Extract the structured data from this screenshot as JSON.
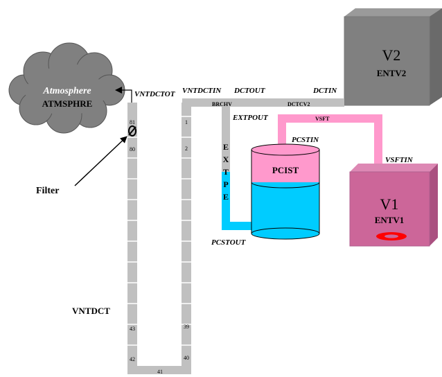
{
  "atmosphere": {
    "name": "Atmosphere",
    "code": "ATMSPHRE"
  },
  "vessels": {
    "v2": {
      "name": "V2",
      "code": "ENTV2"
    },
    "v1": {
      "name": "V1",
      "code": "ENTV1"
    },
    "pcist": {
      "code": "PCIST"
    }
  },
  "pipes": {
    "vntdctot": "VNTDCTOT",
    "vntdctin": "VNTDCTIN",
    "dctout": "DCTOUT",
    "dctin": "DCTIN",
    "brchv": "BRCHV",
    "dctcv2": "DCTCV2",
    "extpout": "EXTPOUT",
    "vsft": "VSFT",
    "pcstin": "PCSTIN",
    "vsftin": "VSFTIN",
    "pcstout": "PCSTOUT",
    "vntdct": "VNTDCT",
    "extpe": [
      "E",
      "X",
      "T",
      "P",
      "E"
    ]
  },
  "filter_label": "Filter",
  "nodes": {
    "n81": "81",
    "n80": "80",
    "n1": "1",
    "n2": "2",
    "n43": "43",
    "n42": "42",
    "n39": "39",
    "n40": "40",
    "n41": "41"
  },
  "colors": {
    "grey_pipe": "#c0c0c0",
    "pink_pipe": "#ff99cc",
    "cyan_pipe": "#00ccff",
    "v2_fill": "#808080",
    "v1_fill": "#cc6699",
    "cloud_fill": "#808080",
    "atmosphere_text": "#ffffff"
  }
}
